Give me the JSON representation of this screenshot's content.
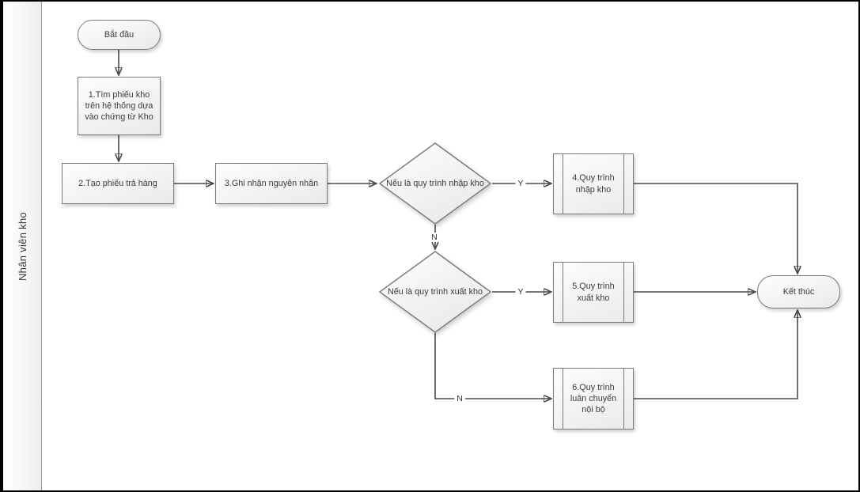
{
  "lane": {
    "label": "Nhân viên kho"
  },
  "nodes": {
    "start": {
      "label": "Bắt đầu",
      "shape": "terminator"
    },
    "step1": {
      "label": "1.Tìm phiếu kho trên hệ thống dựa vào chứng từ Kho",
      "shape": "process"
    },
    "step2": {
      "label": "2.Tạo phiếu trả hàng",
      "shape": "process"
    },
    "step3": {
      "label": "3.Ghi nhận nguyên nhân",
      "shape": "process"
    },
    "decision_nhap_kho": {
      "label": "Nếu là quy trình nhập kho",
      "shape": "decision"
    },
    "step4": {
      "label": "4.Quy trình nhập kho",
      "shape": "subprocess"
    },
    "decision_xuat_kho": {
      "label": "Nếu là quy trình xuất kho",
      "shape": "decision"
    },
    "step5": {
      "label": "5.Quy trình xuất kho",
      "shape": "subprocess"
    },
    "step6": {
      "label": "6.Quy trình luân chuyển nội bộ",
      "shape": "subprocess"
    },
    "end": {
      "label": "Kết thúc",
      "shape": "terminator"
    }
  },
  "edge_labels": {
    "nhap_yes": "Y",
    "nhap_no": "N",
    "xuat_yes": "Y",
    "xuat_no": "N"
  },
  "colors": {
    "frame": "#000000",
    "node_border": "#7a7a7a",
    "node_fill_top": "#fdfdfd",
    "node_fill_bottom": "#eaeaea",
    "connector": "#4a4a4a",
    "text": "#3a3a3a",
    "lane_fill": "#f4f4f4"
  }
}
